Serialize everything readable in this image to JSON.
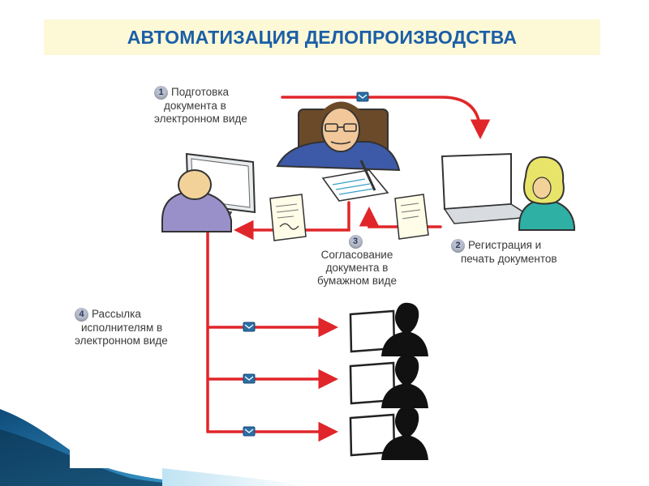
{
  "title": "АВТОМАТИЗАЦИЯ ДЕЛОПРОИЗВОДСТВА",
  "steps": [
    {
      "num": "1",
      "lines": [
        "Подготовка",
        "документа в",
        "электронном виде"
      ]
    },
    {
      "num": "2",
      "lines": [
        "Регистрация и",
        "печать документов"
      ]
    },
    {
      "num": "3",
      "lines": [
        "Согласование",
        "документа в",
        "бумажном виде"
      ]
    },
    {
      "num": "4",
      "lines": [
        "Рассылка",
        "исполнителям в",
        "электронном виде"
      ]
    }
  ],
  "icons": [
    "email-icon",
    "monitor-icon",
    "document-icon",
    "person-silhouette-icon"
  ],
  "colors": {
    "title": "#1b5fa8",
    "title_background": "#fdf8d6",
    "arrow": "#e0262a",
    "accent_blue": "#2a6fa5"
  }
}
